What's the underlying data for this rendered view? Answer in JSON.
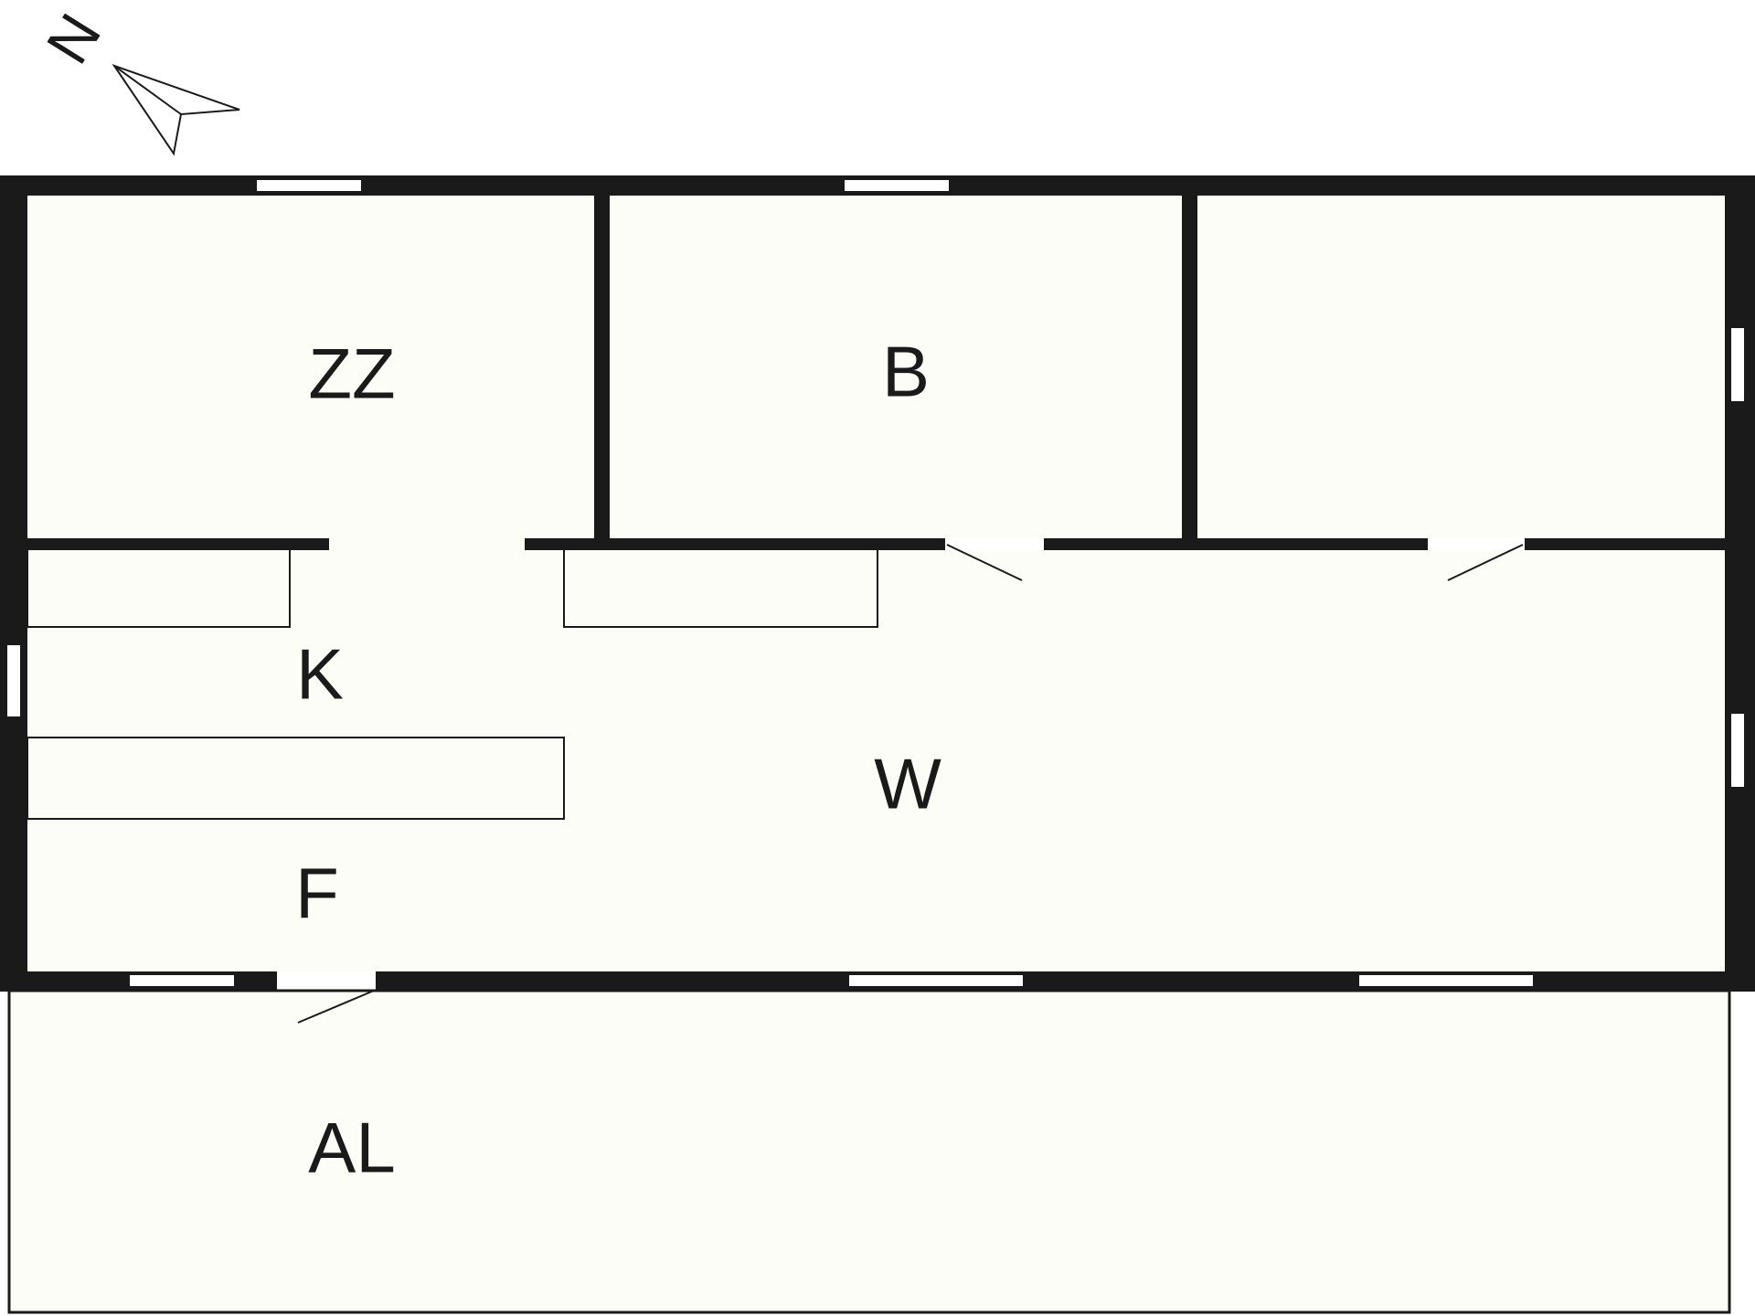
{
  "compass": {
    "label": "N",
    "icon": "north-arrow-icon"
  },
  "colors": {
    "floor": "#fdfdf8",
    "wall": "#1a1a1a",
    "opening": "#ffffff"
  },
  "rooms": {
    "zz": "ZZ",
    "b": "B",
    "k": "K",
    "w": "W",
    "f": "F",
    "al": "AL"
  }
}
